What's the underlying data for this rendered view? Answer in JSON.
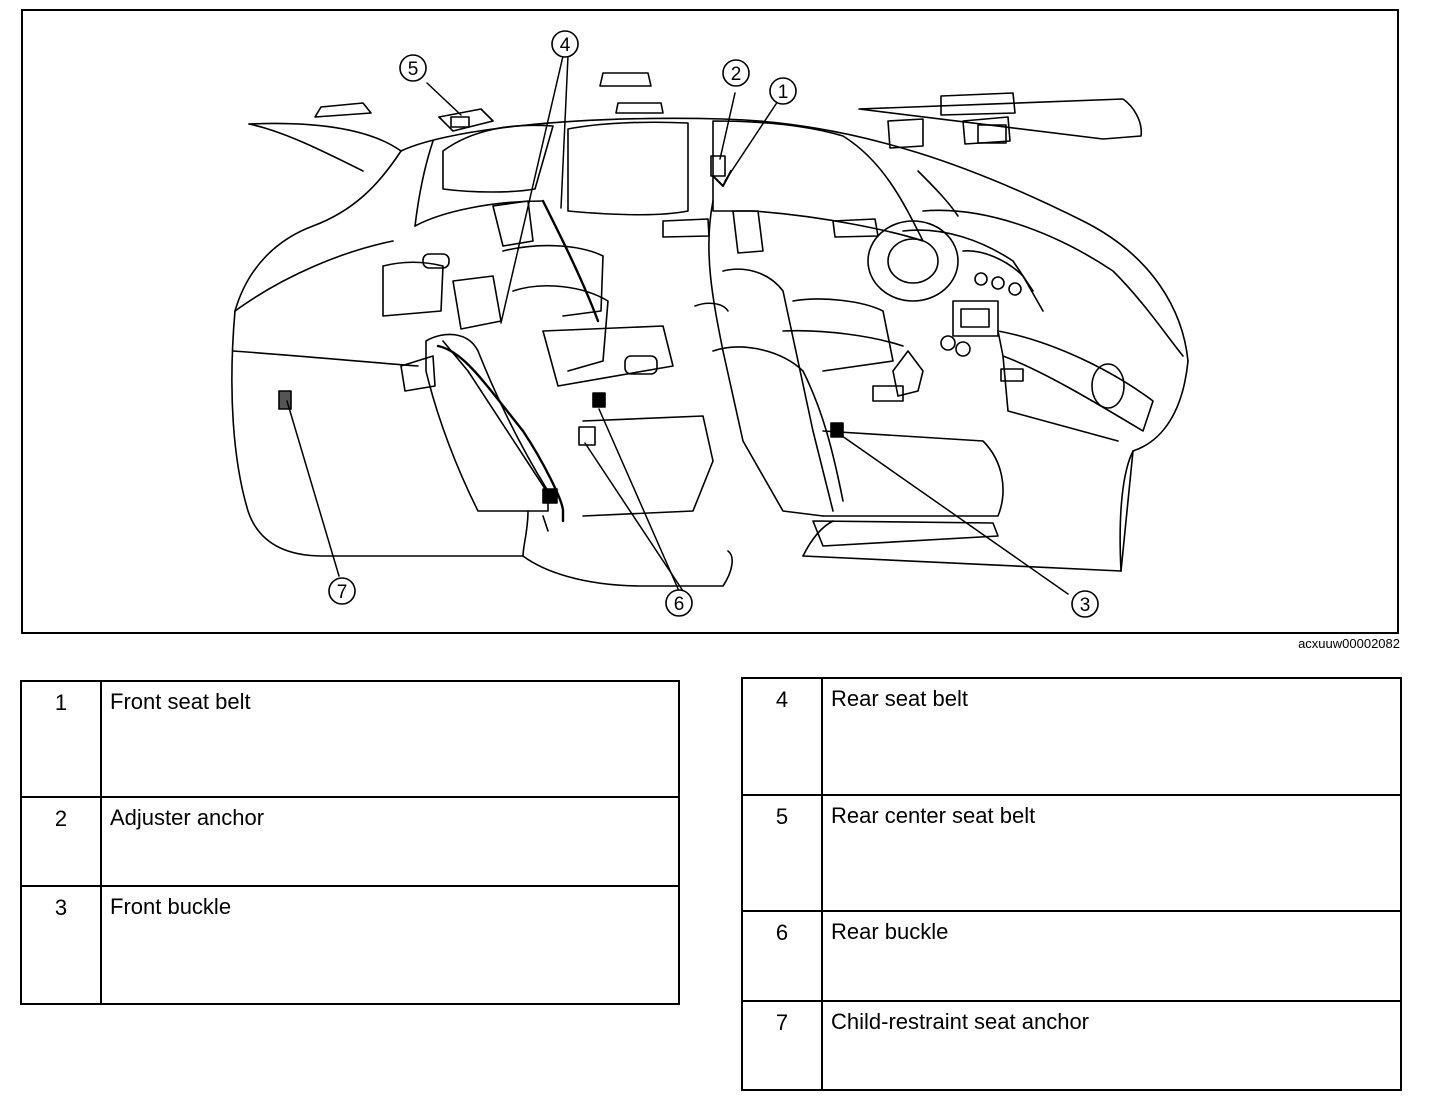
{
  "figure": {
    "code": "acxuuw00002082",
    "callouts": [
      "1",
      "2",
      "3",
      "4",
      "5",
      "6",
      "7"
    ]
  },
  "legend": {
    "left": [
      {
        "num": "1",
        "label": "Front seat belt"
      },
      {
        "num": "2",
        "label": "Adjuster anchor"
      },
      {
        "num": "3",
        "label": "Front buckle"
      }
    ],
    "right": [
      {
        "num": "4",
        "label": "Rear seat belt"
      },
      {
        "num": "5",
        "label": "Rear center seat belt"
      },
      {
        "num": "6",
        "label": "Rear buckle"
      },
      {
        "num": "7",
        "label": "Child-restraint seat anchor"
      }
    ]
  }
}
